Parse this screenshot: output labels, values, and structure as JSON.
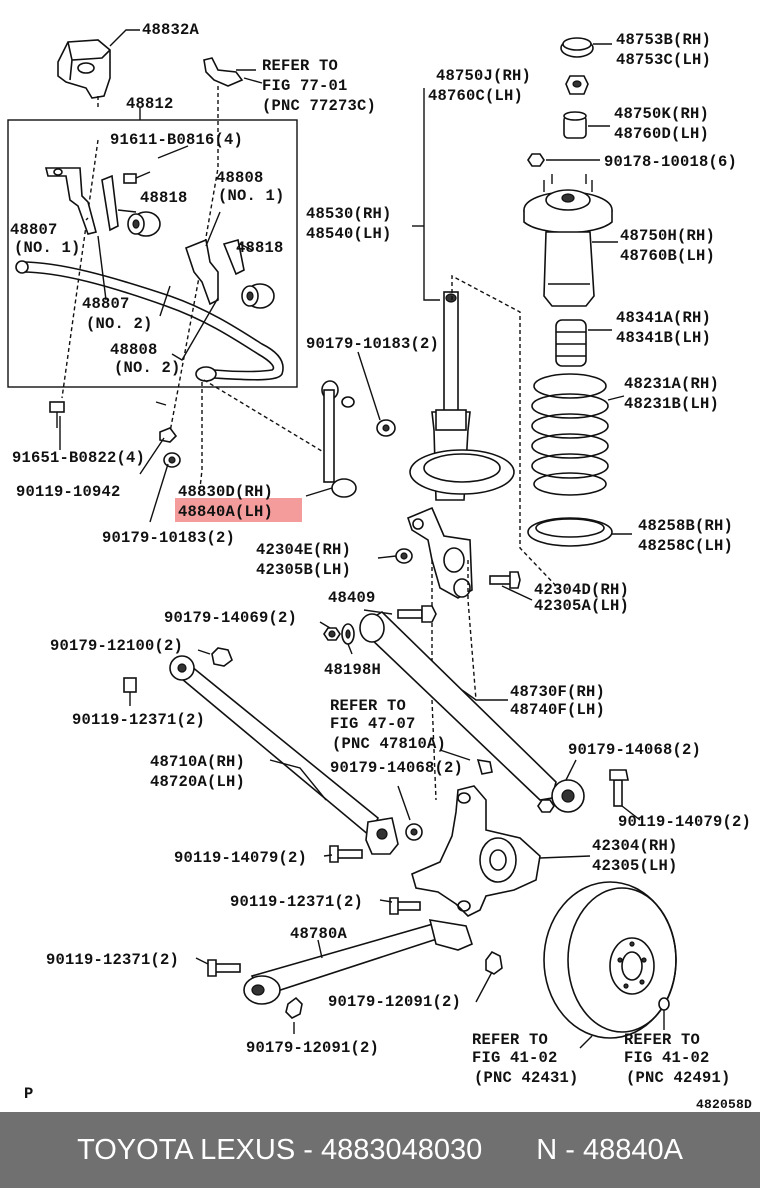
{
  "labels": {
    "l48832A": "48832A",
    "l48812": "48812",
    "lRefer77a": "REFER TO",
    "lRefer77b": "FIG 77-01",
    "lRefer77c": "(PNC 77273C)",
    "l91611": "91611-B0816(4)",
    "l48808a": "48808",
    "l48808aNo": "(NO. 1)",
    "l48818a": "48818",
    "l48807a": "48807",
    "l48807aNo": "(NO. 1)",
    "l48818b": "48818",
    "l48807b": "48807",
    "l48807bNo": "(NO. 2)",
    "l48808b": "48808",
    "l48808bNo": "(NO. 2)",
    "l91651": "91651-B0822(4)",
    "l90119_10942": "90119-10942",
    "l48830D": "48830D(RH)",
    "l48840A": "48840A(LH)",
    "l90179_10183b": "90179-10183(2)",
    "l48750J": "48750J(RH)",
    "l48760C": "48760C(LH)",
    "l48753B": "48753B(RH)",
    "l48753C": "48753C(LH)",
    "l48750K": "48750K(RH)",
    "l48760D": "48760D(LH)",
    "l90178": "90178-10018(6)",
    "l48530": "48530(RH)",
    "l48540": "48540(LH)",
    "l48750H": "48750H(RH)",
    "l48760B": "48760B(LH)",
    "l48341A": "48341A(RH)",
    "l48341B": "48341B(LH)",
    "l90179_10183a": "90179-10183(2)",
    "l48231A": "48231A(RH)",
    "l48231B": "48231B(LH)",
    "l48258B": "48258B(RH)",
    "l48258C": "48258C(LH)",
    "l42304E": "42304E(RH)",
    "l42305B": "42305B(LH)",
    "l42304D": "42304D(RH)",
    "l42305A": "42305A(LH)",
    "l48409": "48409",
    "l90179_14069": "90179-14069(2)",
    "l48198H": "48198H",
    "l90179_12100": "90179-12100(2)",
    "l48730F": "48730F(RH)",
    "l48740F": "48740F(LH)",
    "l90119_12371a": "90119-12371(2)",
    "lRefer47a": "REFER TO",
    "lRefer47b": "FIG 47-07",
    "lRefer47c": "(PNC 47810A)",
    "l48710A": "48710A(RH)",
    "l48720A": "48720A(LH)",
    "l90179_14068a": "90179-14068(2)",
    "l90179_14068b": "90179-14068(2)",
    "l90119_14079a": "90119-14079(2)",
    "l42304": "42304(RH)",
    "l42305": "42305(LH)",
    "l90119_14079b": "90119-14079(2)",
    "l90119_12371b": "90119-12371(2)",
    "l48780A": "48780A",
    "l90119_12371c": "90119-12371(2)",
    "l90179_12091a": "90179-12091(2)",
    "l90179_12091b": "90179-12091(2)",
    "lRefer41a1": "REFER TO",
    "lRefer41a2": "FIG 41-02",
    "lRefer41a3": "(PNC 42431)",
    "lRefer41b1": "REFER TO",
    "lRefer41b2": "FIG 41-02",
    "lRefer41b3": "(PNC 42491)",
    "lP": "P",
    "lCode": "482058D"
  },
  "footer": {
    "brand": "TOYOTA LEXUS - 4883048030",
    "ref": "N - 48840A"
  },
  "highlight_color": "#f28b8b"
}
